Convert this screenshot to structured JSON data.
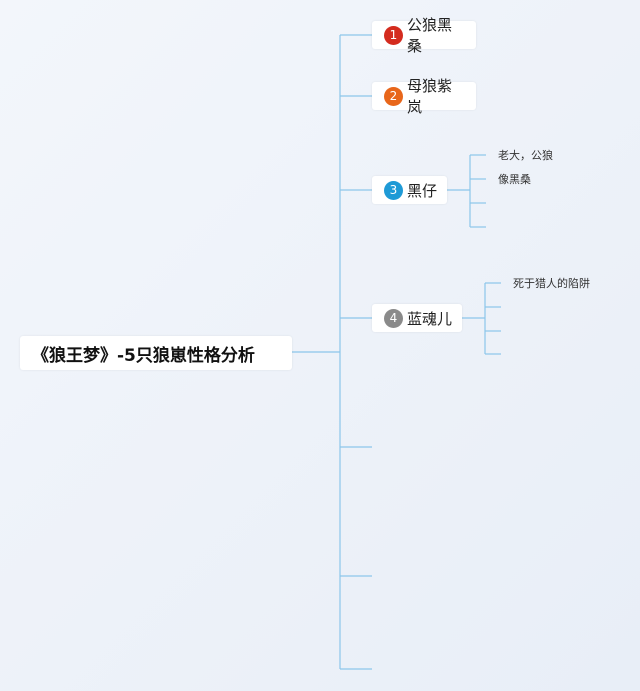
{
  "root": {
    "title": "《狼王梦》-5只狼崽性格分析"
  },
  "branches": [
    {
      "number": "1",
      "label": "公狼黑桑",
      "color": "#d42b1e",
      "notes": []
    },
    {
      "number": "2",
      "label": "母狼紫岚",
      "color": "#e8661a",
      "notes": []
    },
    {
      "number": "3",
      "label": "黑仔",
      "color": "#1e9ad6",
      "notes": [
        "老大，公狼",
        "像黑桑"
      ]
    },
    {
      "number": "4",
      "label": "蓝魂儿",
      "color": "#8a8a8a",
      "notes": [
        "死于猎人的陷阱"
      ]
    }
  ],
  "colors": {
    "connector": "#8cc6ea"
  }
}
